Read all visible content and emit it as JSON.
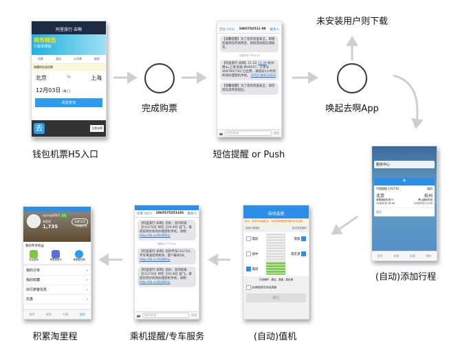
{
  "steps": {
    "wallet_entry": "钱包机票H5入口",
    "purchase_done": "完成购票",
    "sms_push": "短信提醒 or Push",
    "launch_app": "唤起去啊App",
    "download_if_missing": "未安装用户则下载",
    "auto_add_trip": "(自动)添加行程",
    "auto_checkin": "(自动)值机",
    "flight_reminder": "乘机提醒/专车服务",
    "earn_miles": "积累淘里程"
  },
  "phone1": {
    "title": "阿里旅行·去啊",
    "banner_title": "商务精选",
    "banner_sub": "行程单报销",
    "tabs": [
      "机票",
      "酒店",
      "火车票",
      "度假"
    ],
    "notice": "收藏的往返机票",
    "from": "北京",
    "to": "上海",
    "date": "12月03日",
    "weekday": "(周三)",
    "search_button": "机票查询",
    "footer_button": "立即去啊"
  },
  "phone2": {
    "contact": "巴比 (551)",
    "number": "1065752511 00",
    "action": "联系人",
    "time": "中国时间 下午6:38",
    "msg1": "【温馨提醒】为了您的资金安全，即使您收到任何退改签、航班变动短信请核实。",
    "msg2": "【阿里旅行·去啊】11-22 ",
    "msg2_link1": "12:30",
    "msg2_b": " 杭州萧山-上海 ",
    "msg2_c": "航班 MU9157，订单号 4007907761 已出票，请提前2小时到机场办理登机手续。",
    "msg2_link2": "0755-86612923",
    "msg3": "【温馨提醒】为了您的资金安全，请勿轻信退改签短信。",
    "input_placeholder": "短信/彩信",
    "send": "发送"
  },
  "phone3": {
    "service_center": "服务中心",
    "airline": "中国国航 CA1710",
    "status": "值机",
    "from": "北京",
    "to": "杭州",
    "from_airport": "首都国际机场T3",
    "to_airport": "萧山国际机场",
    "dep_time": "12月25日 19:40",
    "arr_time": "12月25日 21:50",
    "checkin": "值机",
    "tabs": [
      "首页",
      "发现",
      "行程",
      "我的"
    ]
  },
  "phone4": {
    "title": "自动选座",
    "notice": "提示：航班开放值机后，系统将按照您的偏好优先选座。",
    "left_header": "选座行程偏好",
    "right_header": "座位类型偏好",
    "row_prefs": [
      "靠前",
      "居中",
      "靠后"
    ],
    "seat_prefs": [
      "靠窗",
      "靠走道"
    ],
    "summary": "已选偏好：靠后，靠窗，靠走道",
    "auto_label": "后续航班均自动选座",
    "confirm": "确定"
  },
  "phone5": {
    "contact": "乐者 (547)",
    "number": "1065575251101",
    "action": "联系人",
    "time": "星期四 下午4:00",
    "msg1": "【阿里旅行·去啊】您好，您的航班【CA1710】将在【19:40】起飞，请提前到达机场办理登机手续。详情：",
    "msg2": "【阿里旅行·去啊】您的专车CA1710，专车将送您到机场，客户编号58。",
    "link": "http://tb.cn/SU8lfUy",
    "input_placeholder": "短信/彩信",
    "send": "发送"
  },
  "phone6": {
    "username": "spring0001",
    "level": "V1",
    "miles_label": "淘里程",
    "miles": "1,735",
    "button": "去换东西",
    "button2": "已领取小礼",
    "section": "我的专享权益",
    "benefits": [
      "去出游包",
      "淘里程旅行",
      "淘里程兑换"
    ],
    "menu": [
      "我的订单",
      "我的收藏",
      "出行旅客信息",
      "优惠"
    ],
    "tabs": [
      "首页",
      "发现",
      "行程",
      "我的"
    ]
  },
  "colors": {
    "accent": "#2b8fe8",
    "nav_dark": "#1e2a44",
    "arrow": "#d0d0d0"
  }
}
